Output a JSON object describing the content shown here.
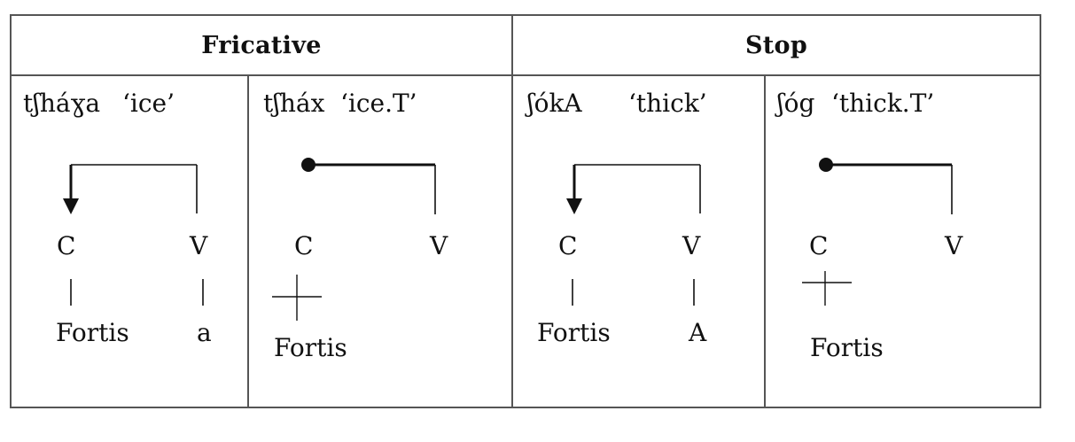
{
  "headers": {
    "fricative": "Fricative",
    "stop": "Stop"
  },
  "cells": [
    {
      "form": "tʃháɣa",
      "gloss": "‘ice’",
      "c": "C",
      "v": "V",
      "c_feature": "Fortis",
      "v_feature": "a",
      "link": "spreading-arrow"
    },
    {
      "form": "tʃháx",
      "gloss": "‘ice.T’",
      "c": "C",
      "v": "V",
      "c_feature": "Fortis",
      "v_feature": "",
      "link": "floating-blocked"
    },
    {
      "form": "ʃókA",
      "gloss": "‘thick’",
      "c": "C",
      "v": "V",
      "c_feature": "Fortis",
      "v_feature": "A",
      "link": "spreading-arrow"
    },
    {
      "form": "ʃóg",
      "gloss": "‘thick.T’",
      "c": "C",
      "v": "V",
      "c_feature": "Fortis",
      "v_feature": "",
      "link": "floating-blocked"
    }
  ]
}
